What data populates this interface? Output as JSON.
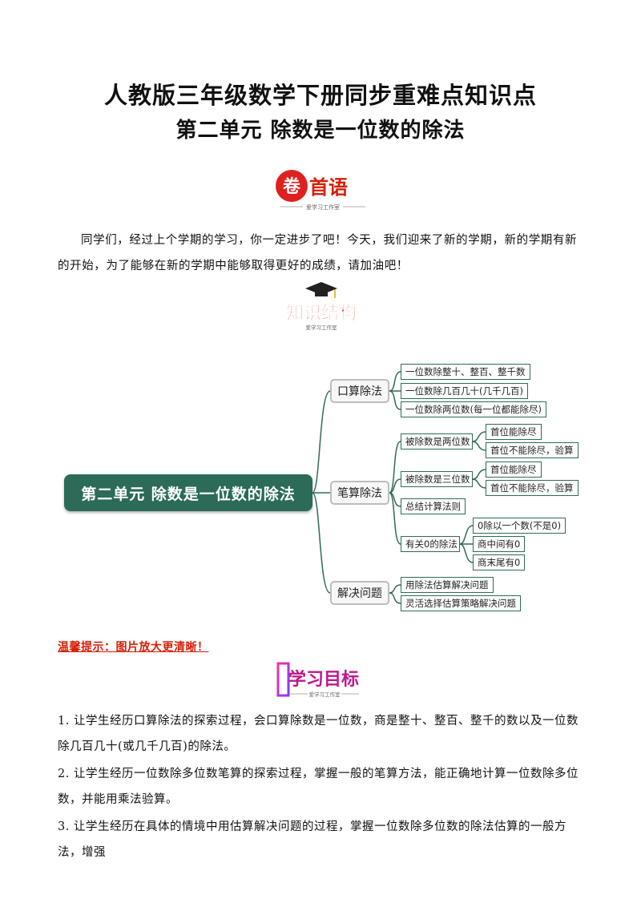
{
  "title_line1": "人教版三年级数学下册同步重难点知识点",
  "title_line2": "第二单元  除数是一位数的除法",
  "badge_preface": {
    "big_char": "卷",
    "text": "首语",
    "sub": "爱学习工作室"
  },
  "intro_text": "同学们，经过上个学期的学习，你一定进步了吧！今天，我们迎来了新的学期，新的学期有新的开始，为了能够在新的学期中能够取得更好的成绩，请加油吧！",
  "badge_structure": {
    "text": "知识结构",
    "sub": "爱学习工作室"
  },
  "mindmap": {
    "root": "第二单元 除数是一位数的除法",
    "branch_oral": "口算除法",
    "oral_1": "一位数除整十、整百、整千数",
    "oral_2": "一位数除几百几十(几千几百)",
    "oral_3": "一位数除两位数(每一位都能除尽)",
    "branch_written": "笔算除法",
    "written_1": "被除数是两位数",
    "written_1a": "首位能除尽",
    "written_1b": "首位不能除尽，验算",
    "written_2": "被除数是三位数",
    "written_2a": "首位能除尽",
    "written_2b": "首位不能除尽，验算",
    "written_3": "总结计算法则",
    "written_4": "有关0的除法",
    "written_4a": "0除以一个数(不是0)",
    "written_4b": "商中间有0",
    "written_4c": "商末尾有0",
    "branch_problem": "解决问题",
    "problem_1": "用除法估算解决问题",
    "problem_2": "灵活选择估算策略解决问题",
    "line_color": "#2f6b5a",
    "root_color": "#2b6b58"
  },
  "tip": "温馨提示：图片放大更清晰！",
  "badge_goals": {
    "text": "学习目标",
    "sub": "爱学习工作室"
  },
  "goals": [
    "1. 让学生经历口算除法的探索过程，会口算除数是一位数，商是整十、整百、整千的数以及一位数除几百几十(或几千几百)的除法。",
    "2. 让学生经历一位数除多位数笔算的探索过程，掌握一般的笔算方法，能正确地计算一位数除多位数，并能用乘法验算。",
    "3. 让学生经历在具体的情境中用估算解决问题的过程，掌握一位数除多位数的除法估算的一般方法，增强"
  ]
}
